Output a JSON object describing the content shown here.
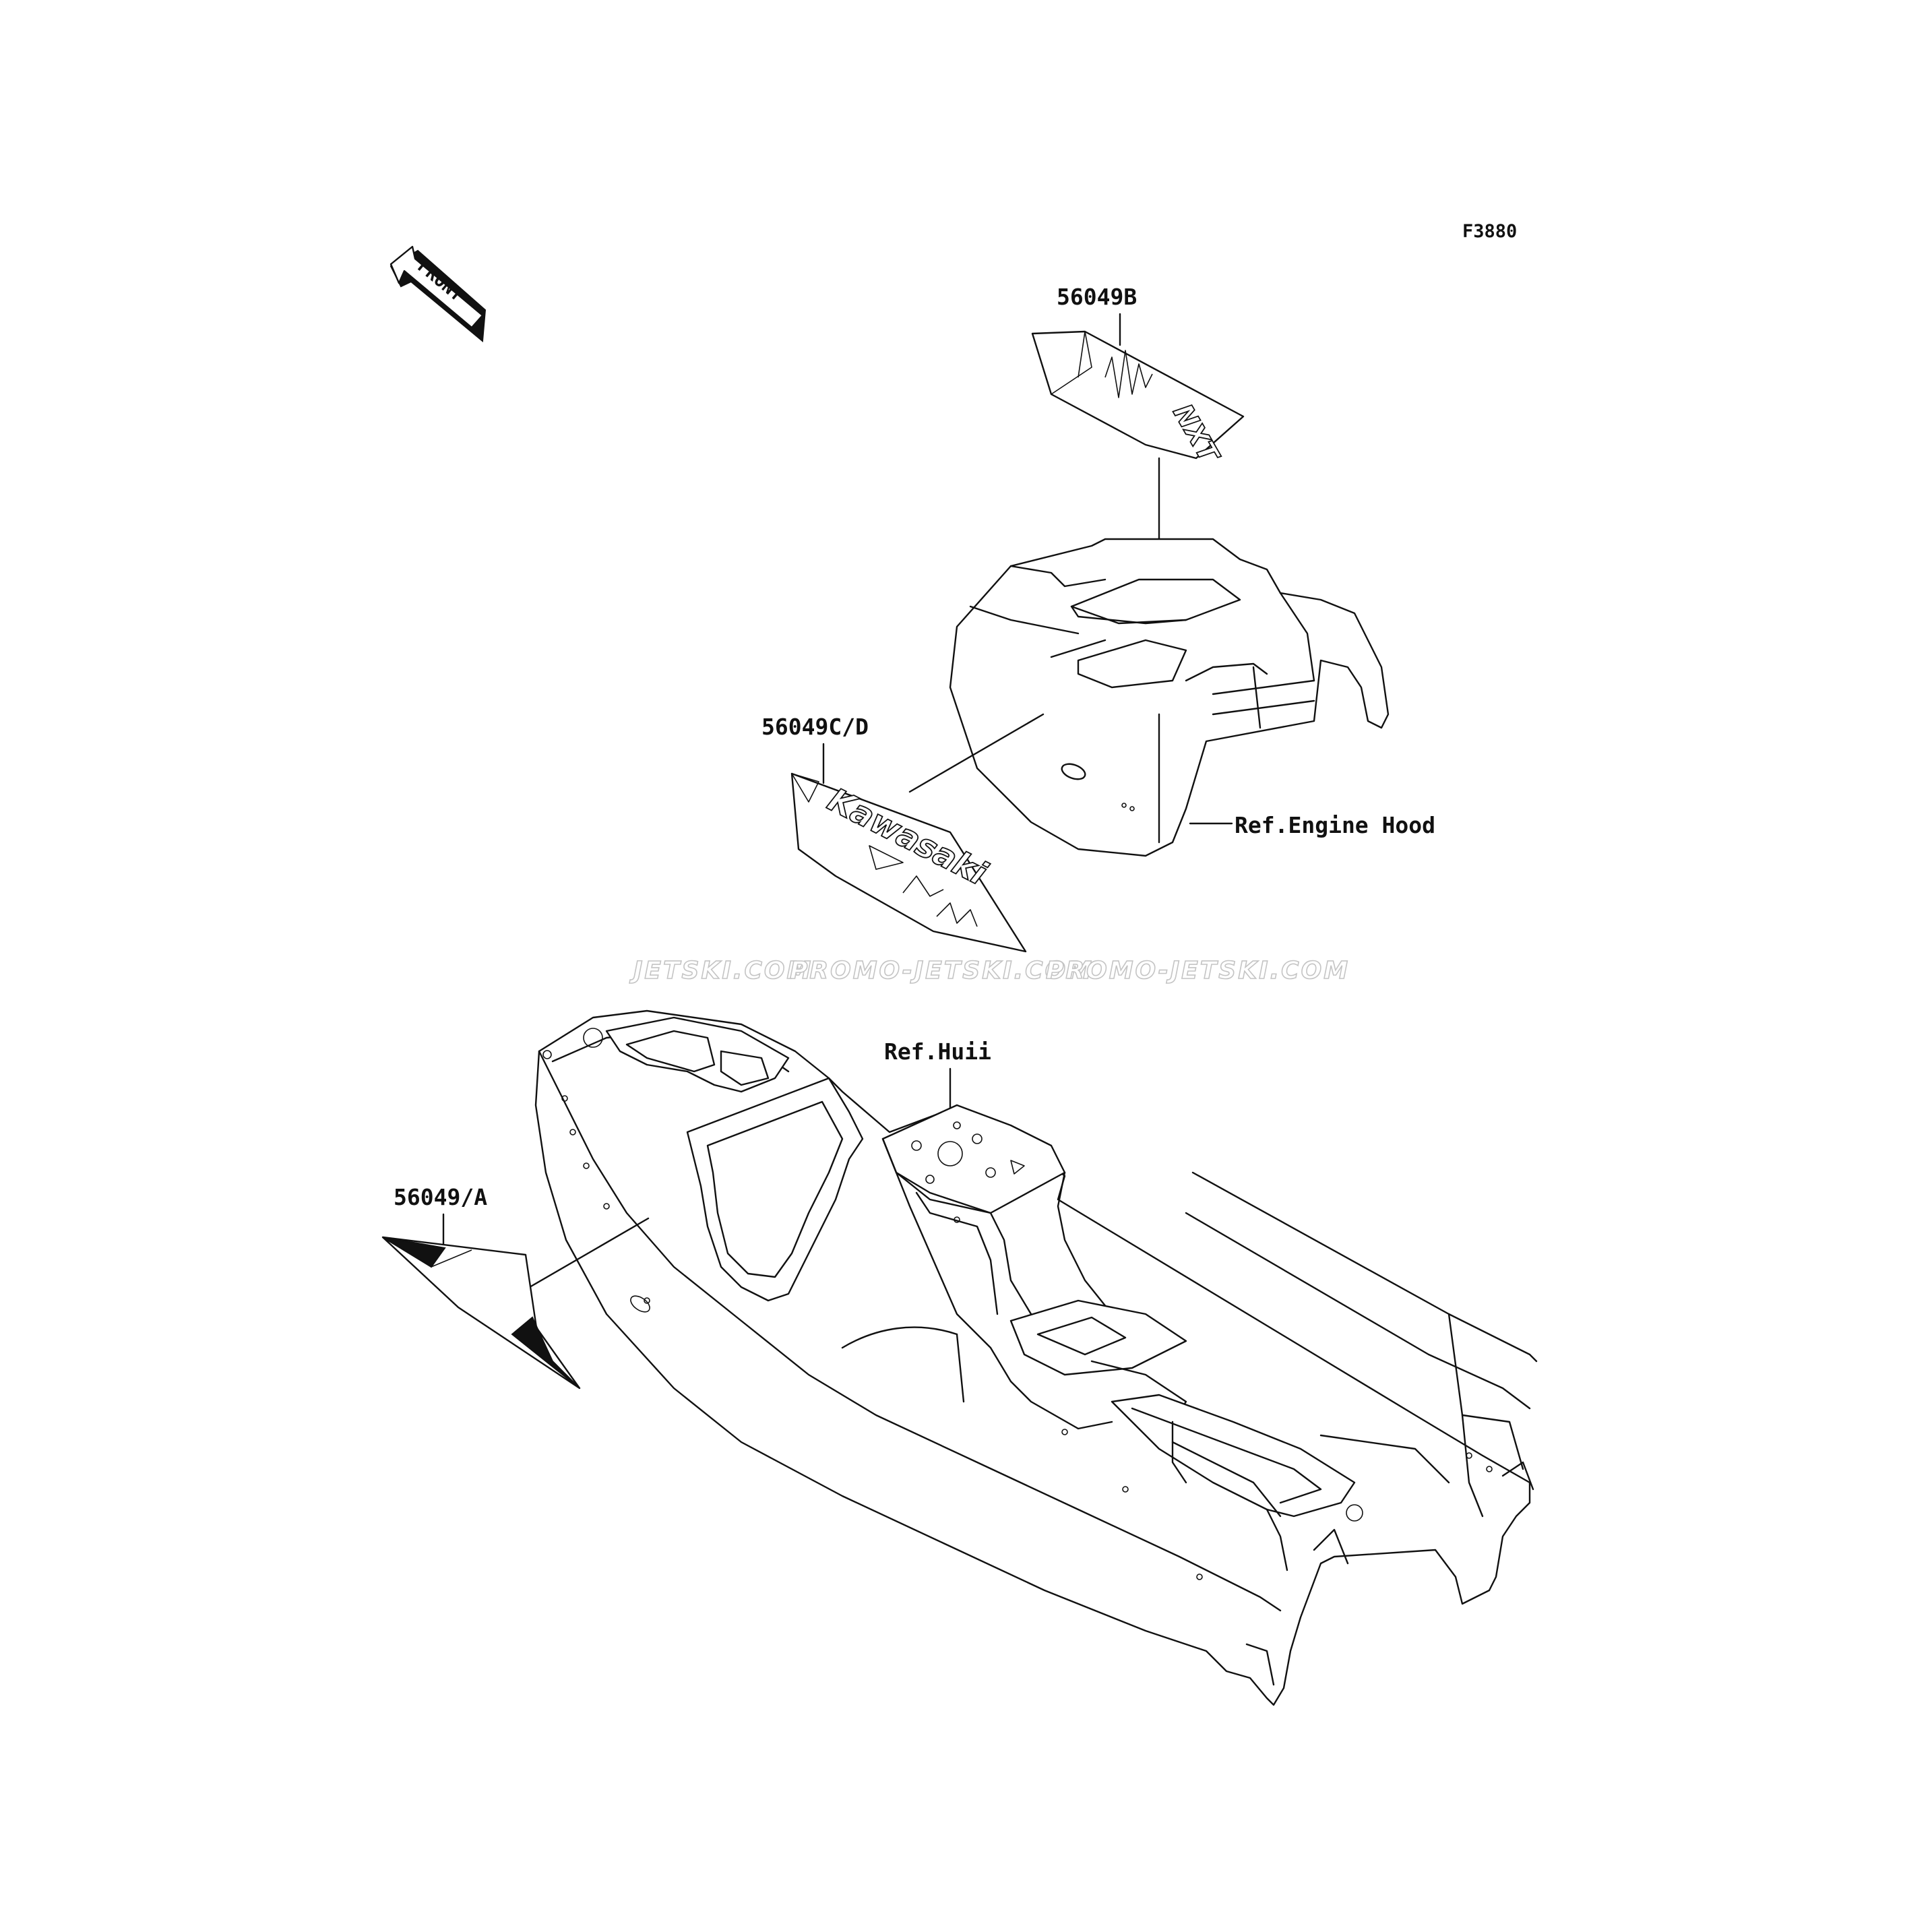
{
  "figure_code": "F3880",
  "direction": {
    "label": "FRONT",
    "icon": "front-arrow-icon"
  },
  "decals": {
    "hood_top": {
      "part_no": "56049B",
      "text": "NXT"
    },
    "hood_side": {
      "part_no": "56049C/D",
      "brand_text": "Kawasaki"
    },
    "hull_side": {
      "part_no": "56049/A"
    }
  },
  "references": {
    "engine_hood": "Ref.Engine Hood",
    "hull": "Ref.Huii"
  },
  "watermark": {
    "segments": [
      "JETSKI.COM",
      "PROMO-JETSKI.COM",
      "PROMO-JETSKI.COM"
    ]
  }
}
